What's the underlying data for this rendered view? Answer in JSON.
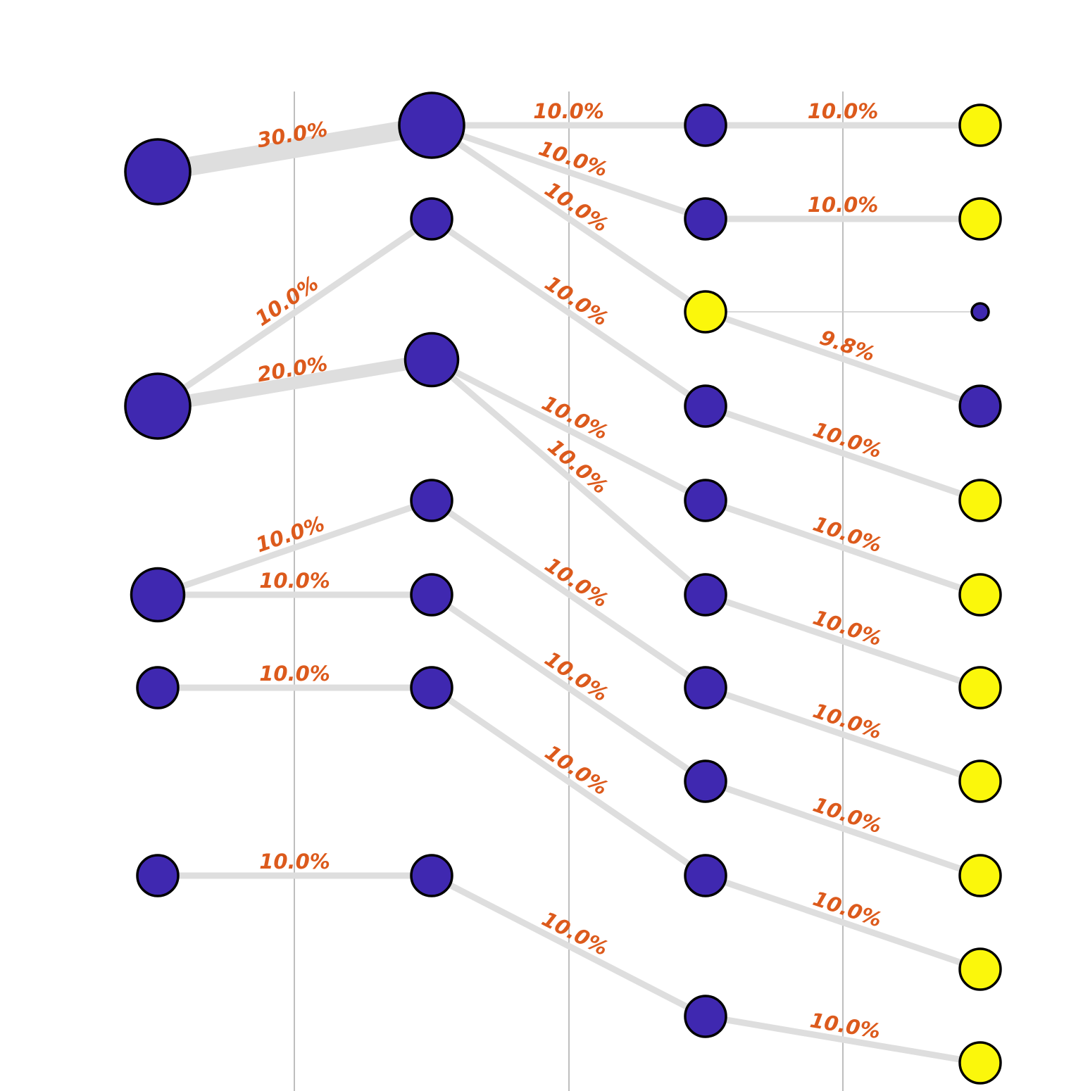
{
  "style": {
    "node_blue": "#3f28b0",
    "node_yellow": "#fbf70b",
    "edge_color": "#dedede",
    "label_color": "#dc5a1c",
    "column_line_color": "#a9a9a9"
  },
  "nodes": [
    {
      "id": "c0-a",
      "color": "blue"
    },
    {
      "id": "c0-b",
      "color": "blue"
    },
    {
      "id": "c0-c",
      "color": "blue"
    },
    {
      "id": "c0-d",
      "color": "blue"
    },
    {
      "id": "c0-e",
      "color": "blue"
    },
    {
      "id": "c1-a",
      "color": "blue"
    },
    {
      "id": "c1-b",
      "color": "blue"
    },
    {
      "id": "c1-c",
      "color": "blue"
    },
    {
      "id": "c1-d",
      "color": "blue"
    },
    {
      "id": "c1-e",
      "color": "blue"
    },
    {
      "id": "c1-f",
      "color": "blue"
    },
    {
      "id": "c1-g",
      "color": "blue"
    },
    {
      "id": "c2-a",
      "color": "blue"
    },
    {
      "id": "c2-b",
      "color": "blue"
    },
    {
      "id": "c2-c",
      "color": "yellow"
    },
    {
      "id": "c2-d",
      "color": "blue"
    },
    {
      "id": "c2-e",
      "color": "blue"
    },
    {
      "id": "c2-f",
      "color": "blue"
    },
    {
      "id": "c2-g",
      "color": "blue"
    },
    {
      "id": "c2-h",
      "color": "blue"
    },
    {
      "id": "c2-i",
      "color": "blue"
    },
    {
      "id": "c2-j",
      "color": "blue"
    },
    {
      "id": "c3-a",
      "color": "yellow"
    },
    {
      "id": "c3-b",
      "color": "yellow"
    },
    {
      "id": "c3-c",
      "color": "blue"
    },
    {
      "id": "c3-d",
      "color": "blue"
    },
    {
      "id": "c3-e",
      "color": "yellow"
    },
    {
      "id": "c3-f",
      "color": "yellow"
    },
    {
      "id": "c3-g",
      "color": "yellow"
    },
    {
      "id": "c3-h",
      "color": "yellow"
    },
    {
      "id": "c3-i",
      "color": "yellow"
    },
    {
      "id": "c3-j",
      "color": "yellow"
    },
    {
      "id": "c3-k",
      "color": "yellow"
    }
  ],
  "edges": [
    {
      "from": "c0-a",
      "to": "c1-a",
      "value": 30.0,
      "label": "30.0%"
    },
    {
      "from": "c0-b",
      "to": "c1-b",
      "value": 10.0,
      "label": "10.0%"
    },
    {
      "from": "c0-b",
      "to": "c1-c",
      "value": 20.0,
      "label": "20.0%"
    },
    {
      "from": "c0-c",
      "to": "c1-d",
      "value": 10.0,
      "label": "10.0%"
    },
    {
      "from": "c0-c",
      "to": "c1-e",
      "value": 10.0,
      "label": "10.0%"
    },
    {
      "from": "c0-d",
      "to": "c1-f",
      "value": 10.0,
      "label": "10.0%"
    },
    {
      "from": "c0-e",
      "to": "c1-g",
      "value": 10.0,
      "label": "10.0%"
    },
    {
      "from": "c1-a",
      "to": "c2-a",
      "value": 10.0,
      "label": "10.0%"
    },
    {
      "from": "c1-a",
      "to": "c2-b",
      "value": 10.0,
      "label": "10.0%"
    },
    {
      "from": "c1-a",
      "to": "c2-c",
      "value": 10.0,
      "label": "10.0%"
    },
    {
      "from": "c1-b",
      "to": "c2-d",
      "value": 10.0,
      "label": "10.0%"
    },
    {
      "from": "c1-c",
      "to": "c2-e",
      "value": 10.0,
      "label": "10.0%"
    },
    {
      "from": "c1-c",
      "to": "c2-f",
      "value": 10.0,
      "label": "10.0%"
    },
    {
      "from": "c1-d",
      "to": "c2-g",
      "value": 10.0,
      "label": "10.0%"
    },
    {
      "from": "c1-e",
      "to": "c2-h",
      "value": 10.0,
      "label": "10.0%"
    },
    {
      "from": "c1-f",
      "to": "c2-i",
      "value": 10.0,
      "label": "10.0%"
    },
    {
      "from": "c1-g",
      "to": "c2-j",
      "value": 10.0,
      "label": "10.0%"
    },
    {
      "from": "c2-a",
      "to": "c3-a",
      "value": 10.0,
      "label": "10.0%"
    },
    {
      "from": "c2-b",
      "to": "c3-b",
      "value": 10.0,
      "label": "10.0%"
    },
    {
      "from": "c2-c",
      "to": "c3-c",
      "value": 0.2,
      "label": ""
    },
    {
      "from": "c2-c",
      "to": "c3-d",
      "value": 9.8,
      "label": "9.8%"
    },
    {
      "from": "c2-d",
      "to": "c3-e",
      "value": 10.0,
      "label": "10.0%"
    },
    {
      "from": "c2-e",
      "to": "c3-f",
      "value": 10.0,
      "label": "10.0%"
    },
    {
      "from": "c2-f",
      "to": "c3-g",
      "value": 10.0,
      "label": "10.0%"
    },
    {
      "from": "c2-g",
      "to": "c3-h",
      "value": 10.0,
      "label": "10.0%"
    },
    {
      "from": "c2-h",
      "to": "c3-i",
      "value": 10.0,
      "label": "10.0%"
    },
    {
      "from": "c2-i",
      "to": "c3-j",
      "value": 10.0,
      "label": "10.0%"
    },
    {
      "from": "c2-j",
      "to": "c3-k",
      "value": 10.0,
      "label": "10.0%"
    }
  ]
}
